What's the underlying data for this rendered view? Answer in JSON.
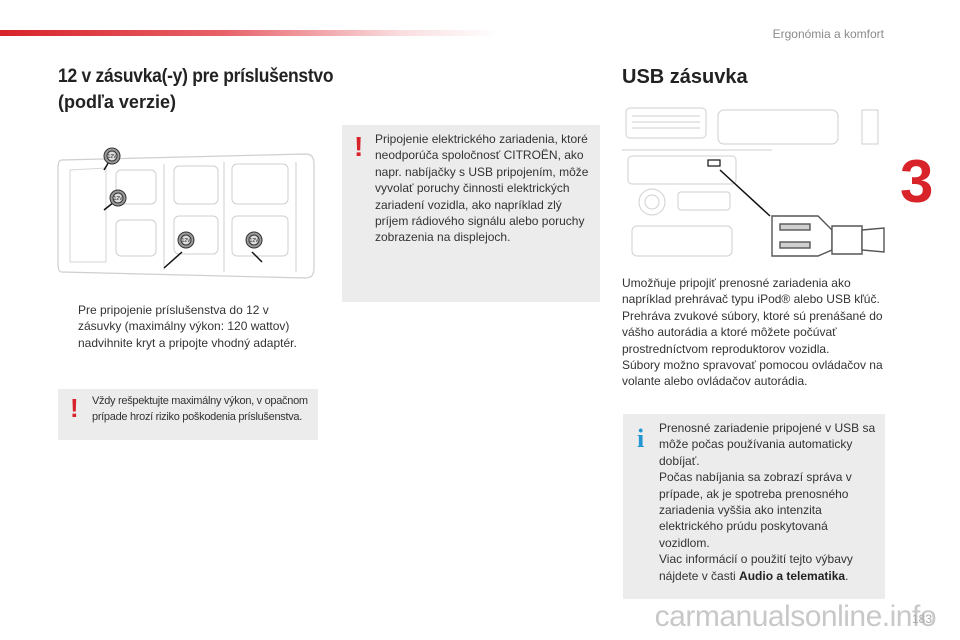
{
  "header": {
    "section_title": "Ergonómia a komfort",
    "chapter_number": "3"
  },
  "left": {
    "title_line1": "12 v zásuvka(-y) pre príslušenstvo",
    "title_line2": "(podľa verzie)",
    "bullet_mark": "",
    "bullet_text": "Pre pripojenie príslušenstva do 12 v zásuvky (maximálny výkon: 120 wattov) nadvihnite kryt a pripojte vhodný adaptér.",
    "warning_mark": "!",
    "warning_text": "Vždy rešpektujte maximálny výkon, v opačnom prípade hrozí riziko poškodenia príslušenstva.",
    "socket_label": "12V"
  },
  "middle": {
    "warning_mark": "!",
    "warning_text": "Pripojenie elektrického zariadenia, ktoré neodporúča spoločnosť CITROËN, ako napr. nabíjačky s USB pripojením, môže vyvolať poruchy činnosti elektrických zariadení vozidla, ako napríklad zlý príjem rádiového signálu alebo poruchy zobrazenia na displejoch."
  },
  "right": {
    "title": "USB zásuvka",
    "para1": "Umožňuje pripojiť prenosné zariadenia ako napríklad prehrávač typu iPod® alebo USB kľúč.",
    "para2": "Prehráva zvukové súbory, ktoré sú prenášané do vášho autorádia a ktoré môžete počúvať prostredníctvom reproduktorov vozidla.",
    "para3": "Súbory možno spravovať pomocou ovládačov na volante alebo ovládačov autorádia.",
    "info_mark": "i",
    "info_p1": "Prenosné zariadenie pripojené v USB sa môže počas používania automaticky dobíjať.",
    "info_p2": "Počas nabíjania sa zobrazí správa v prípade, ak je spotreba prenosného zariadenia vyššia ako intenzita elektrického prúdu poskytovaná vozidlom.",
    "info_p3_prefix": "Viac informácií o použití tejto výbavy nájdete v časti ",
    "info_p3_bold": "Audio a telematika",
    "info_p3_suffix": "."
  },
  "footer": {
    "page_number": "183",
    "watermark": "carmanualsonline.info"
  }
}
